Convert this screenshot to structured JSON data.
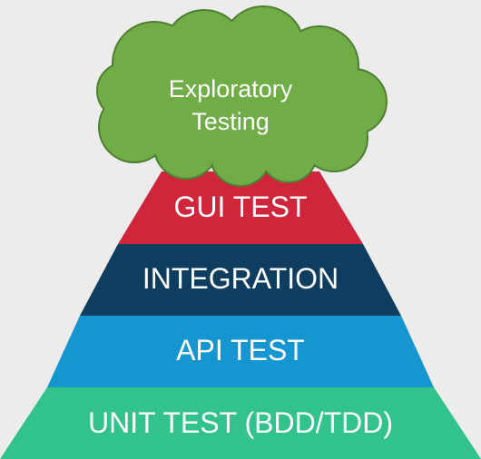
{
  "diagram": {
    "cloud": {
      "lines": [
        "Exploratory",
        "Testing"
      ],
      "fill": "#70ad47",
      "stroke": "#507e32"
    },
    "tiers": [
      {
        "id": "gui",
        "label": "GUI TEST",
        "color": "#d0263c"
      },
      {
        "id": "integration",
        "label": "INTEGRATION",
        "color": "#0e3d5f"
      },
      {
        "id": "api",
        "label": "API TEST",
        "color": "#1596d0"
      },
      {
        "id": "unit",
        "label": "UNIT TEST (BDD/TDD)",
        "color": "#32c38c"
      }
    ]
  }
}
